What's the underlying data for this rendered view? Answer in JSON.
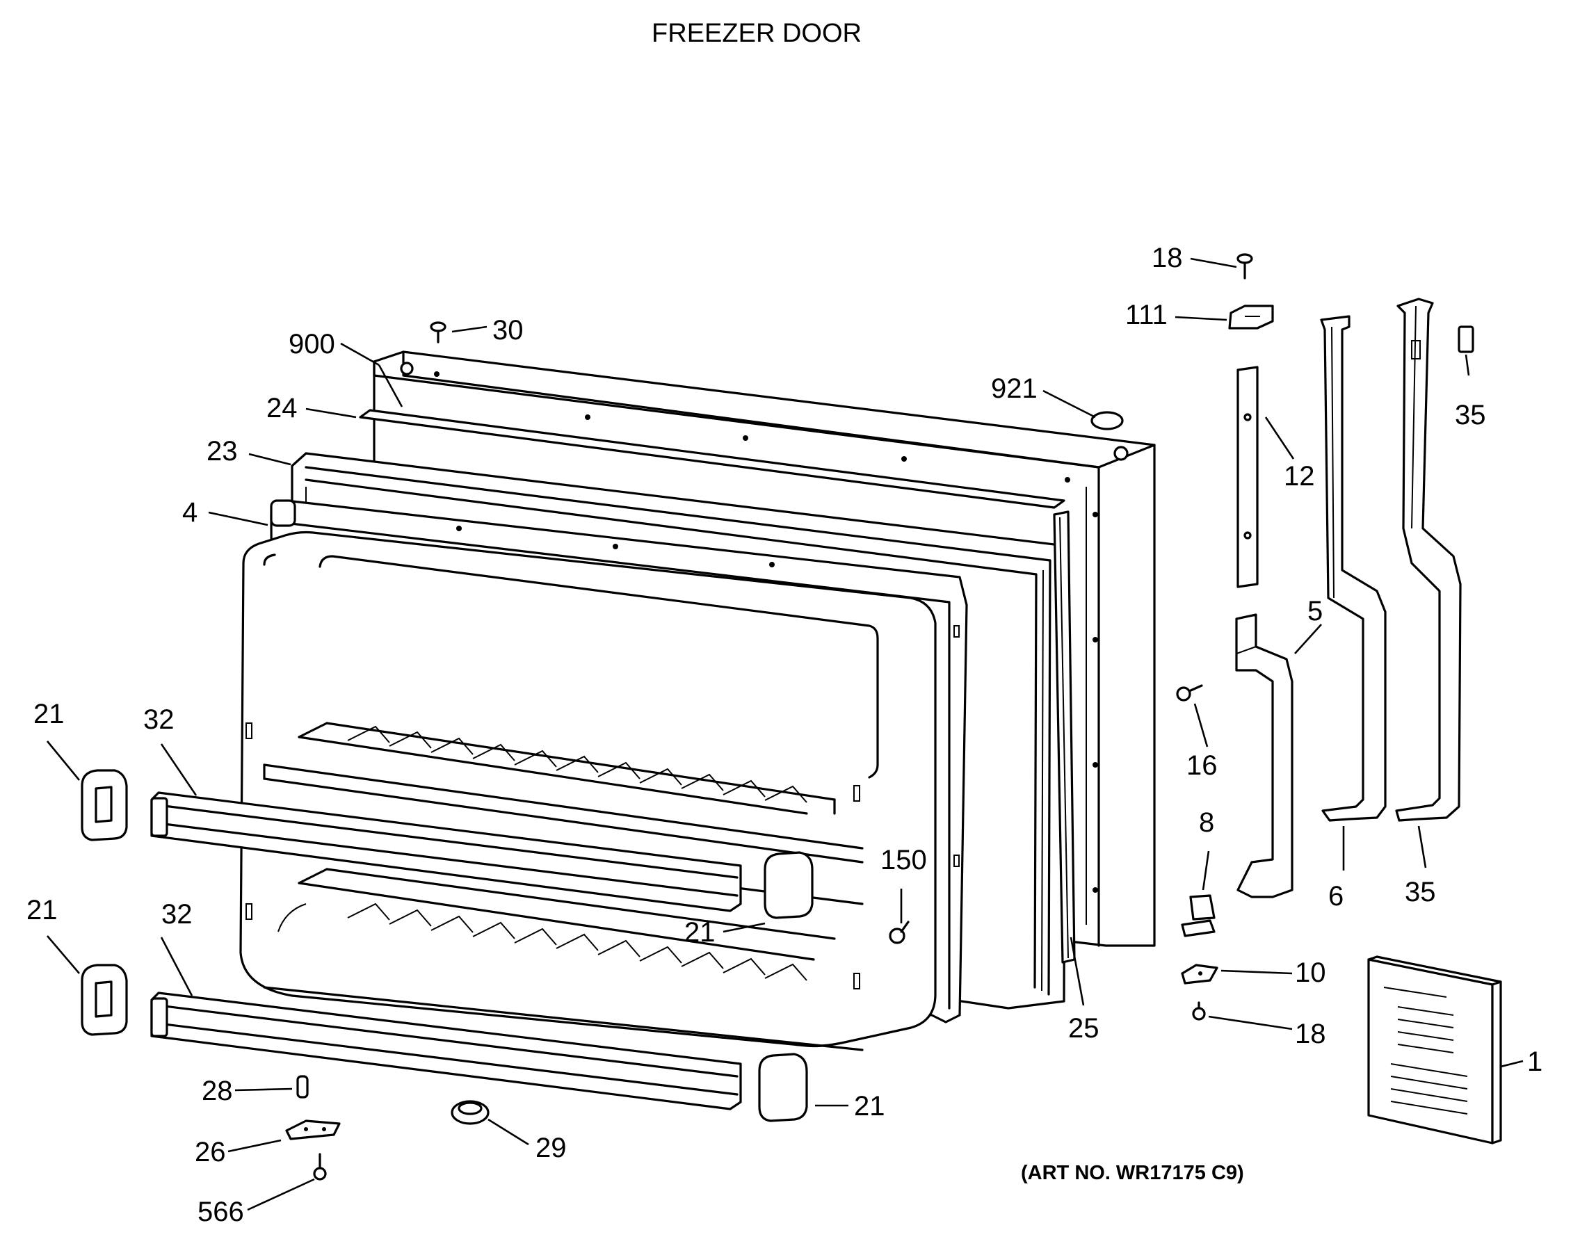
{
  "title": "FREEZER DOOR",
  "art_number": "(ART NO. WR17175 C9)",
  "callouts": {
    "c900": "900",
    "c30": "30",
    "c24": "24",
    "c23": "23",
    "c4": "4",
    "c921": "921",
    "c18_top": "18",
    "c111": "111",
    "c12": "12",
    "c35_top": "35",
    "c5": "5",
    "c16": "16",
    "c8": "8",
    "c6": "6",
    "c35_bottom": "35",
    "c10": "10",
    "c18_bottom": "18",
    "c1": "1",
    "c150": "150",
    "c25": "25",
    "c21_upper_left": "21",
    "c32_upper": "32",
    "c21_lower_left": "21",
    "c32_lower": "32",
    "c21_upper_right": "21",
    "c21_lower_right": "21",
    "c28": "28",
    "c26": "26",
    "c566": "566",
    "c29": "29"
  }
}
